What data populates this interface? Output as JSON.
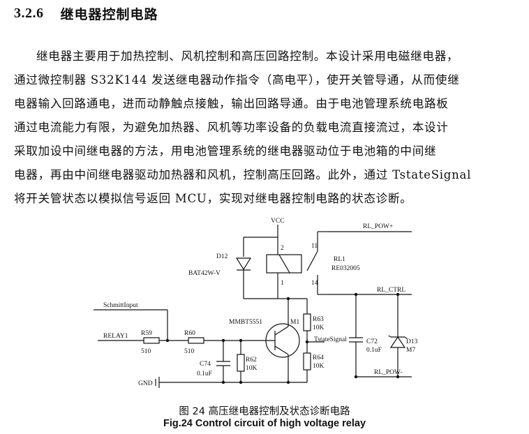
{
  "section": {
    "number": "3.2.6",
    "title": "继电器控制电路"
  },
  "paragraph_lines": [
    "继电器主要用于加热控制、风机控制和高压回路控制。本设计采用电磁继电器，",
    "通过微控制器 S32K144 发送继电器动作指令（高电平），使开关管导通，从而使继",
    "电器输入回路通电，进而动静触点接触，输出回路导通。由于电池管理系统电路板",
    "通过电流能力有限，为避免加热器、风机等功率设备的负载电流直接流过，本设计",
    "采取加设中间继电器的方法，用电池管理系统的继电器驱动位于电池箱的中间继",
    "电器，再由中间继电器驱动加热器和风机，控制高压回路。此外，通过 TstateSignal",
    "将开关管状态以模拟信号返回 MCU，实现对继电器控制电路的状态诊断。"
  ],
  "figure": {
    "labels": {
      "vcc": "VCC",
      "rl_pow_pos": "RL_POW+",
      "pin11": "11",
      "pin2": "2",
      "d12": "D12",
      "d12_part": "BAT42W-V",
      "rl1": "RL1",
      "rl1_part": "RE032005",
      "pin1": "1",
      "pin14": "14",
      "rl_ctrl": "RL_CTRL",
      "schmitt": "SchmittInput",
      "mmbt": "MMBT5551",
      "m1": "M1",
      "r63": "R63",
      "r63_val": "10K",
      "relay1": "RELAY1",
      "r59": "R59",
      "r59_val": "510",
      "r60": "R60",
      "r60_val": "510",
      "tstate": "TstateSignal",
      "c72": "C72",
      "c72_val": "0.1uF",
      "d13": "D13",
      "d13_part": "M7",
      "c74": "C74",
      "c74_val": "0.1uF",
      "r62": "R62",
      "r62_val": "10K",
      "r64": "R64",
      "r64_val": "10K",
      "gnd": "GND",
      "rl_pow_neg": "RL_POW-"
    },
    "caption_cn": "图 24  高压继电器控制及状态诊断电路",
    "caption_en": "Fig.24 Control circuit of high voltage relay"
  }
}
